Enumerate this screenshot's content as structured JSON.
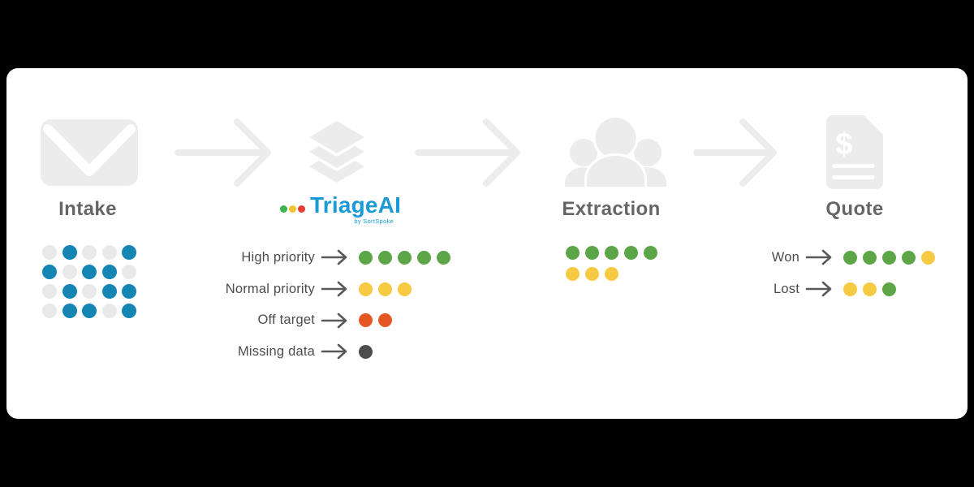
{
  "colors": {
    "background": "#000000",
    "card": "#ffffff",
    "icon_gray": "#ececec",
    "arrow_light": "#ececec",
    "arrow_dark": "#58595b",
    "stage_label_text": "#666666",
    "row_label_text": "#4c4c4c",
    "dot_gray": "#e9e9e9",
    "dot_blue": "#1586b4",
    "dot_green": "#5ca647",
    "dot_yellow": "#f6cb43",
    "dot_orange": "#e45722",
    "dot_dark": "#4d4d4d",
    "logo_blue": "#1a9bd7",
    "logo_dot_green": "#3db54a",
    "logo_dot_yellow": "#f2c230",
    "logo_dot_red": "#e23c35"
  },
  "stages": [
    {
      "id": "intake",
      "label": "Intake",
      "icon": "envelope-icon"
    },
    {
      "id": "triage",
      "label": "TriageAI",
      "sublabel": "by SortSpoke",
      "icon": "layers-icon"
    },
    {
      "id": "extraction",
      "label": "Extraction",
      "icon": "people-icon"
    },
    {
      "id": "quote",
      "label": "Quote",
      "icon": "invoice-icon"
    }
  ],
  "logo_dots": [
    "logo_dot_green",
    "logo_dot_yellow",
    "logo_dot_red"
  ],
  "intake_grid": {
    "rows": 4,
    "cols": 5,
    "pattern": [
      [
        "gray",
        "blue",
        "gray",
        "gray",
        "blue"
      ],
      [
        "blue",
        "gray",
        "blue",
        "blue",
        "gray"
      ],
      [
        "gray",
        "blue",
        "gray",
        "blue",
        "blue"
      ],
      [
        "gray",
        "blue",
        "blue",
        "gray",
        "blue"
      ]
    ]
  },
  "triage_rows": [
    {
      "label": "High priority",
      "dots": [
        "green",
        "green",
        "green",
        "green",
        "green"
      ]
    },
    {
      "label": "Normal priority",
      "dots": [
        "yellow",
        "yellow",
        "yellow"
      ]
    },
    {
      "label": "Off target",
      "dots": [
        "orange",
        "orange"
      ]
    },
    {
      "label": "Missing data",
      "dots": [
        "dark"
      ]
    }
  ],
  "extraction_rows": [
    {
      "dots": [
        "green",
        "green",
        "green",
        "green",
        "green"
      ]
    },
    {
      "dots": [
        "yellow",
        "yellow",
        "yellow"
      ]
    }
  ],
  "quote_rows": [
    {
      "label": "Won",
      "dots": [
        "green",
        "green",
        "green",
        "green",
        "yellow"
      ]
    },
    {
      "label": "Lost",
      "dots": [
        "yellow",
        "yellow",
        "green"
      ]
    }
  ]
}
